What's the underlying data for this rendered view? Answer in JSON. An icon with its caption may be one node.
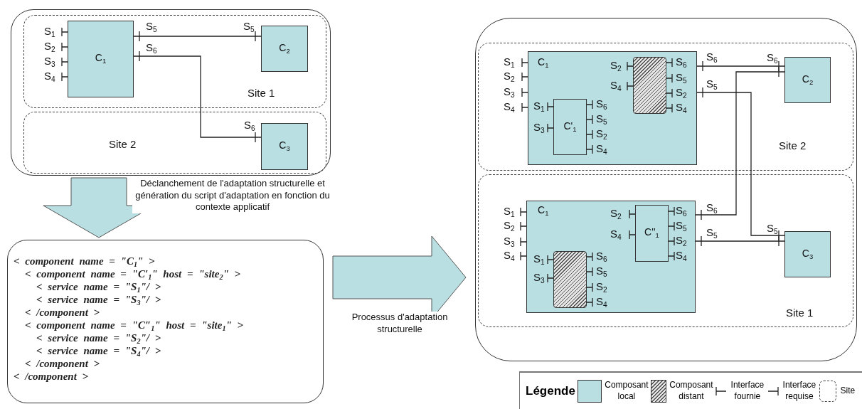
{
  "diagram": {
    "nodes": [
      {
        "text": [],
        "shape": "box"
      },
      {
        "text": [
          "Site 1"
        ],
        "in": 0
      },
      {
        "text": [
          "Site 2"
        ],
        "in": 0
      },
      {
        "text": [
          "C$_{1}$"
        ],
        "in": 1,
        "beside": [
          "S$_{1}$",
          "S$_{2}$",
          "S$_{3}$",
          "S$_{4}$",
          "S$_{5}$",
          "S$_{6}$"
        ]
      },
      {
        "text": [
          "C$_{2}$"
        ],
        "in": 1,
        "beside": [
          "S$_{5}$"
        ]
      },
      {
        "text": [
          "C$_{3}$"
        ],
        "in": 2,
        "beside": [
          "S$_{6}$"
        ]
      },
      {
        "text": [
          "< component name = \"C$_{1}$\" >",
          "< component name = \"C′$_{1}$\" host = \"site$_{2}$\" >",
          "< service name = \"S$_{1}$\"/ >",
          "< service name = \"S$_{3}$\"/ >",
          "< /component >",
          "< component name = \"C″$_{1}$\" host = \"site$_{1}$\" >",
          "< service name = \"S$_{2}$\"/ >",
          "< service name = \"S$_{4}$\"/ >",
          "< /component >",
          "< /component >"
        ]
      },
      {
        "text": [],
        "shape": "box"
      },
      {
        "text": [
          "Site 2"
        ],
        "in": 7
      },
      {
        "text": [
          "C$_{1}$"
        ],
        "in": 8,
        "beside": [
          "S$_{1}$",
          "S$_{2}$",
          "S$_{3}$",
          "S$_{4}$",
          "S$_{6}$",
          "S$_{5}$"
        ]
      },
      {
        "text": [
          "C'$_{1}$"
        ],
        "in": 9,
        "beside": [
          "S$_{1}$",
          "S$_{3}$",
          "S$_{6}$",
          "S$_{5}$",
          "S$_{2}$",
          "S$_{4}$"
        ]
      },
      {
        "text": [],
        "shape": "box",
        "in": 9,
        "beside": [
          "S$_{2}$",
          "S$_{4}$",
          "S$_{6}$",
          "S$_{5}$",
          "S$_{2}$",
          "S$_{4}$"
        ]
      },
      {
        "text": [
          "C$_{2}$"
        ],
        "in": 8,
        "beside": [
          "S$_{6}$"
        ]
      },
      {
        "text": [
          "Site 1"
        ],
        "in": 7
      },
      {
        "text": [
          "C$_{1}$"
        ],
        "in": 13,
        "beside": [
          "S$_{1}$",
          "S$_{2}$",
          "S$_{3}$",
          "S$_{4}$",
          "S$_{6}$",
          "S$_{5}$"
        ]
      },
      {
        "text": [
          "C''$_{1}$"
        ],
        "in": 14,
        "beside": [
          "S$_{2}$",
          "S$_{4}$",
          "S$_{6}$",
          "S$_{5}$",
          "S$_{2}$",
          "S$_{4}$"
        ]
      },
      {
        "text": [],
        "shape": "box",
        "in": 14,
        "beside": [
          "S$_{1}$",
          "S$_{3}$",
          "S$_{6}$",
          "S$_{5}$",
          "S$_{2}$",
          "S$_{4}$"
        ]
      },
      {
        "text": [
          "C$_{3}$"
        ],
        "in": 13,
        "beside": [
          "S$_{5}$"
        ]
      }
    ],
    "edges": [
      {
        "from": 3,
        "to": 4,
        "arrow": "other"
      },
      {
        "from": 3,
        "to": 5,
        "arrow": "other"
      },
      {
        "from": 0,
        "to": 6,
        "arrow": "to",
        "style": "thick",
        "color": "#b9dfe3",
        "label": "Déclanchement de l'adaptation structurelle et génération du script d'adaptation en fonction du contexte applicatif"
      },
      {
        "from": 6,
        "to": 7,
        "arrow": "to",
        "style": "thick",
        "color": "#b9dfe3",
        "label": "Processus d'adaptation structurelle"
      },
      {
        "from": 9,
        "to": 12,
        "arrow": "other"
      },
      {
        "from": 9,
        "to": 17,
        "arrow": "other"
      },
      {
        "from": 14,
        "to": 12,
        "arrow": "other"
      },
      {
        "from": 14,
        "to": 17,
        "arrow": "other"
      }
    ],
    "labels": [
      "Légende"
    ],
    "legend": [
      {
        "text": "Composant local",
        "color": "#b9dfe3"
      },
      {
        "text": "Composant distant"
      },
      {
        "text": "Interface fournie"
      },
      {
        "text": "Interface requise"
      },
      {
        "text": "Site"
      }
    ]
  }
}
